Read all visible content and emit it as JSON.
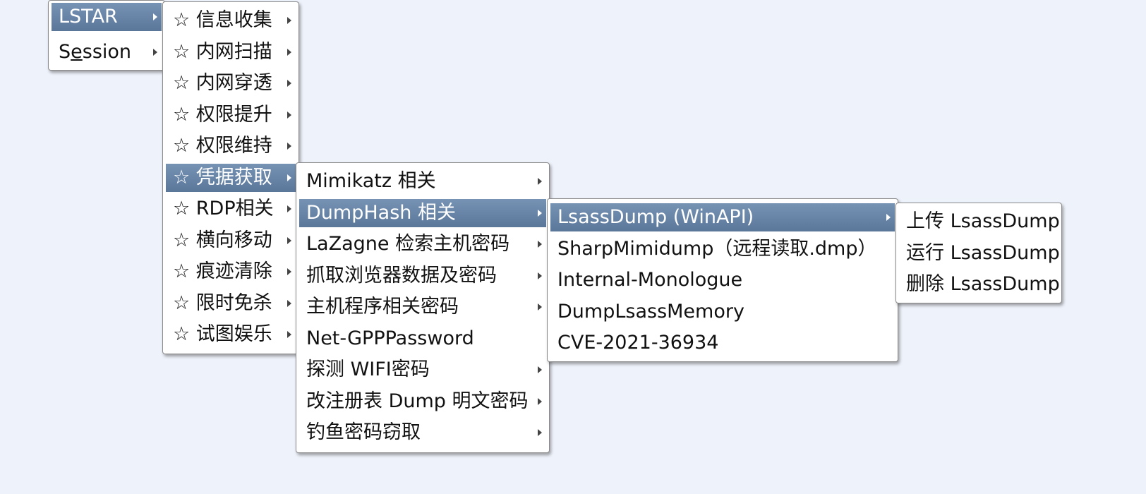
{
  "menu_root": {
    "items": [
      {
        "label": "LSTAR",
        "has_submenu": true,
        "selected": true
      },
      {
        "label_pre": "S",
        "label_mnemonic": "e",
        "label_post": "ssion",
        "has_submenu": true,
        "selected": false
      }
    ]
  },
  "menu_lstar": {
    "items": [
      {
        "label": "☆ 信息收集"
      },
      {
        "label": "☆ 内网扫描"
      },
      {
        "label": "☆ 内网穿透"
      },
      {
        "label": "☆ 权限提升"
      },
      {
        "label": "☆ 权限维持"
      },
      {
        "label": "☆ 凭据获取"
      },
      {
        "label": "☆ RDP相关"
      },
      {
        "label": "☆ 横向移动"
      },
      {
        "label": "☆ 痕迹清除"
      },
      {
        "label": "☆ 限时免杀"
      },
      {
        "label": "☆ 试图娱乐"
      }
    ]
  },
  "menu_credentials": {
    "items": [
      {
        "label": "Mimikatz 相关"
      },
      {
        "label": "DumpHash 相关"
      },
      {
        "label": "LaZagne 检索主机密码"
      },
      {
        "label": "抓取浏览器数据及密码"
      },
      {
        "label": "主机程序相关密码"
      },
      {
        "label": "Net-GPPPassword"
      },
      {
        "label": "探测 WIFI密码"
      },
      {
        "label": "改注册表 Dump 明文密码"
      },
      {
        "label": "钓鱼密码窃取"
      }
    ]
  },
  "menu_dumphash": {
    "items": [
      {
        "label": "LsassDump (WinAPI)"
      },
      {
        "label": "SharpMimidump（远程读取.dmp）"
      },
      {
        "label": "Internal-Monologue"
      },
      {
        "label": "DumpLsassMemory"
      },
      {
        "label": "CVE-2021-36934"
      }
    ]
  },
  "menu_lsassdump": {
    "items": [
      {
        "label": "上传 LsassDump"
      },
      {
        "label": "运行 LsassDump"
      },
      {
        "label": "删除 LsassDump"
      }
    ]
  },
  "colors": {
    "background": "#eef2fa",
    "selection": "#6a86a8",
    "menu_bg": "#ffffff"
  }
}
